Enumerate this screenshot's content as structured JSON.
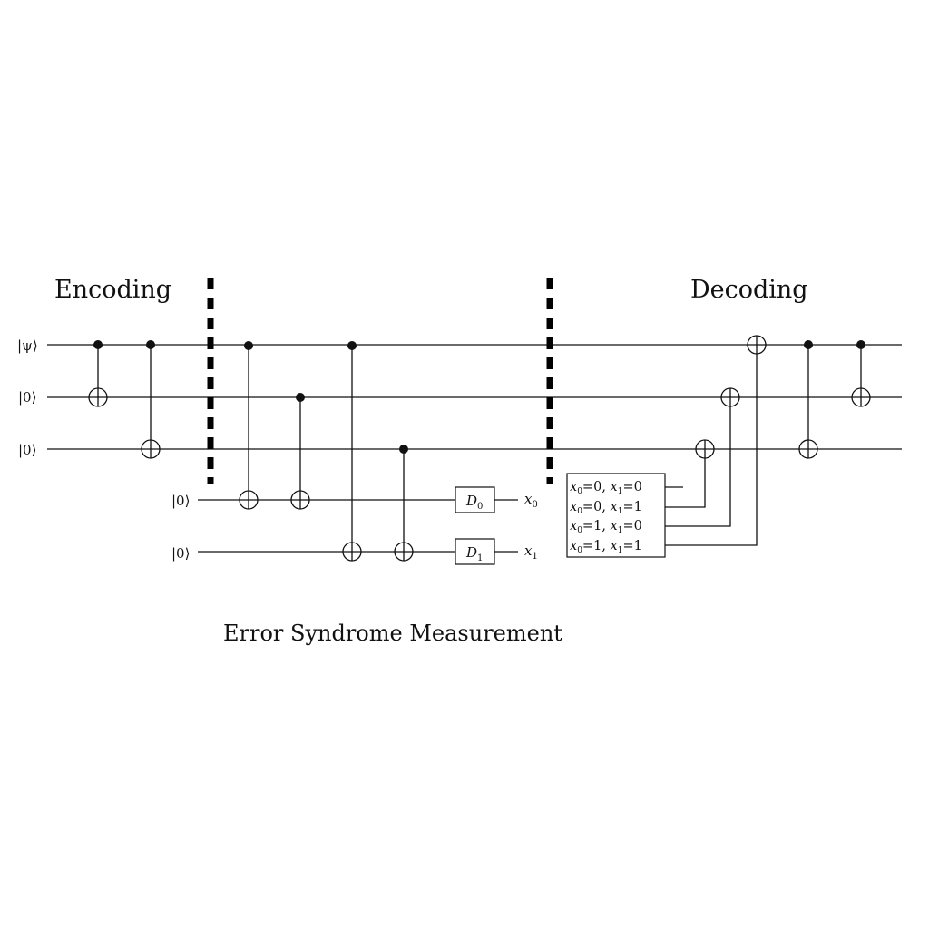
{
  "titles": {
    "encoding": "Encoding",
    "decoding": "Decoding",
    "syndrome": "Error Syndrome Measurement"
  },
  "inputs": {
    "psi": "|ψ⟩",
    "zero": "|0⟩"
  },
  "detectors": [
    {
      "name": "D",
      "sub": "0"
    },
    {
      "name": "D",
      "sub": "1"
    }
  ],
  "outputs": [
    {
      "name": "x",
      "sub": "0"
    },
    {
      "name": "x",
      "sub": "1"
    }
  ],
  "lookup_rows": [
    {
      "a": "0",
      "b": "0"
    },
    {
      "a": "0",
      "b": "1"
    },
    {
      "a": "1",
      "b": "0"
    },
    {
      "a": "1",
      "b": "1"
    }
  ]
}
